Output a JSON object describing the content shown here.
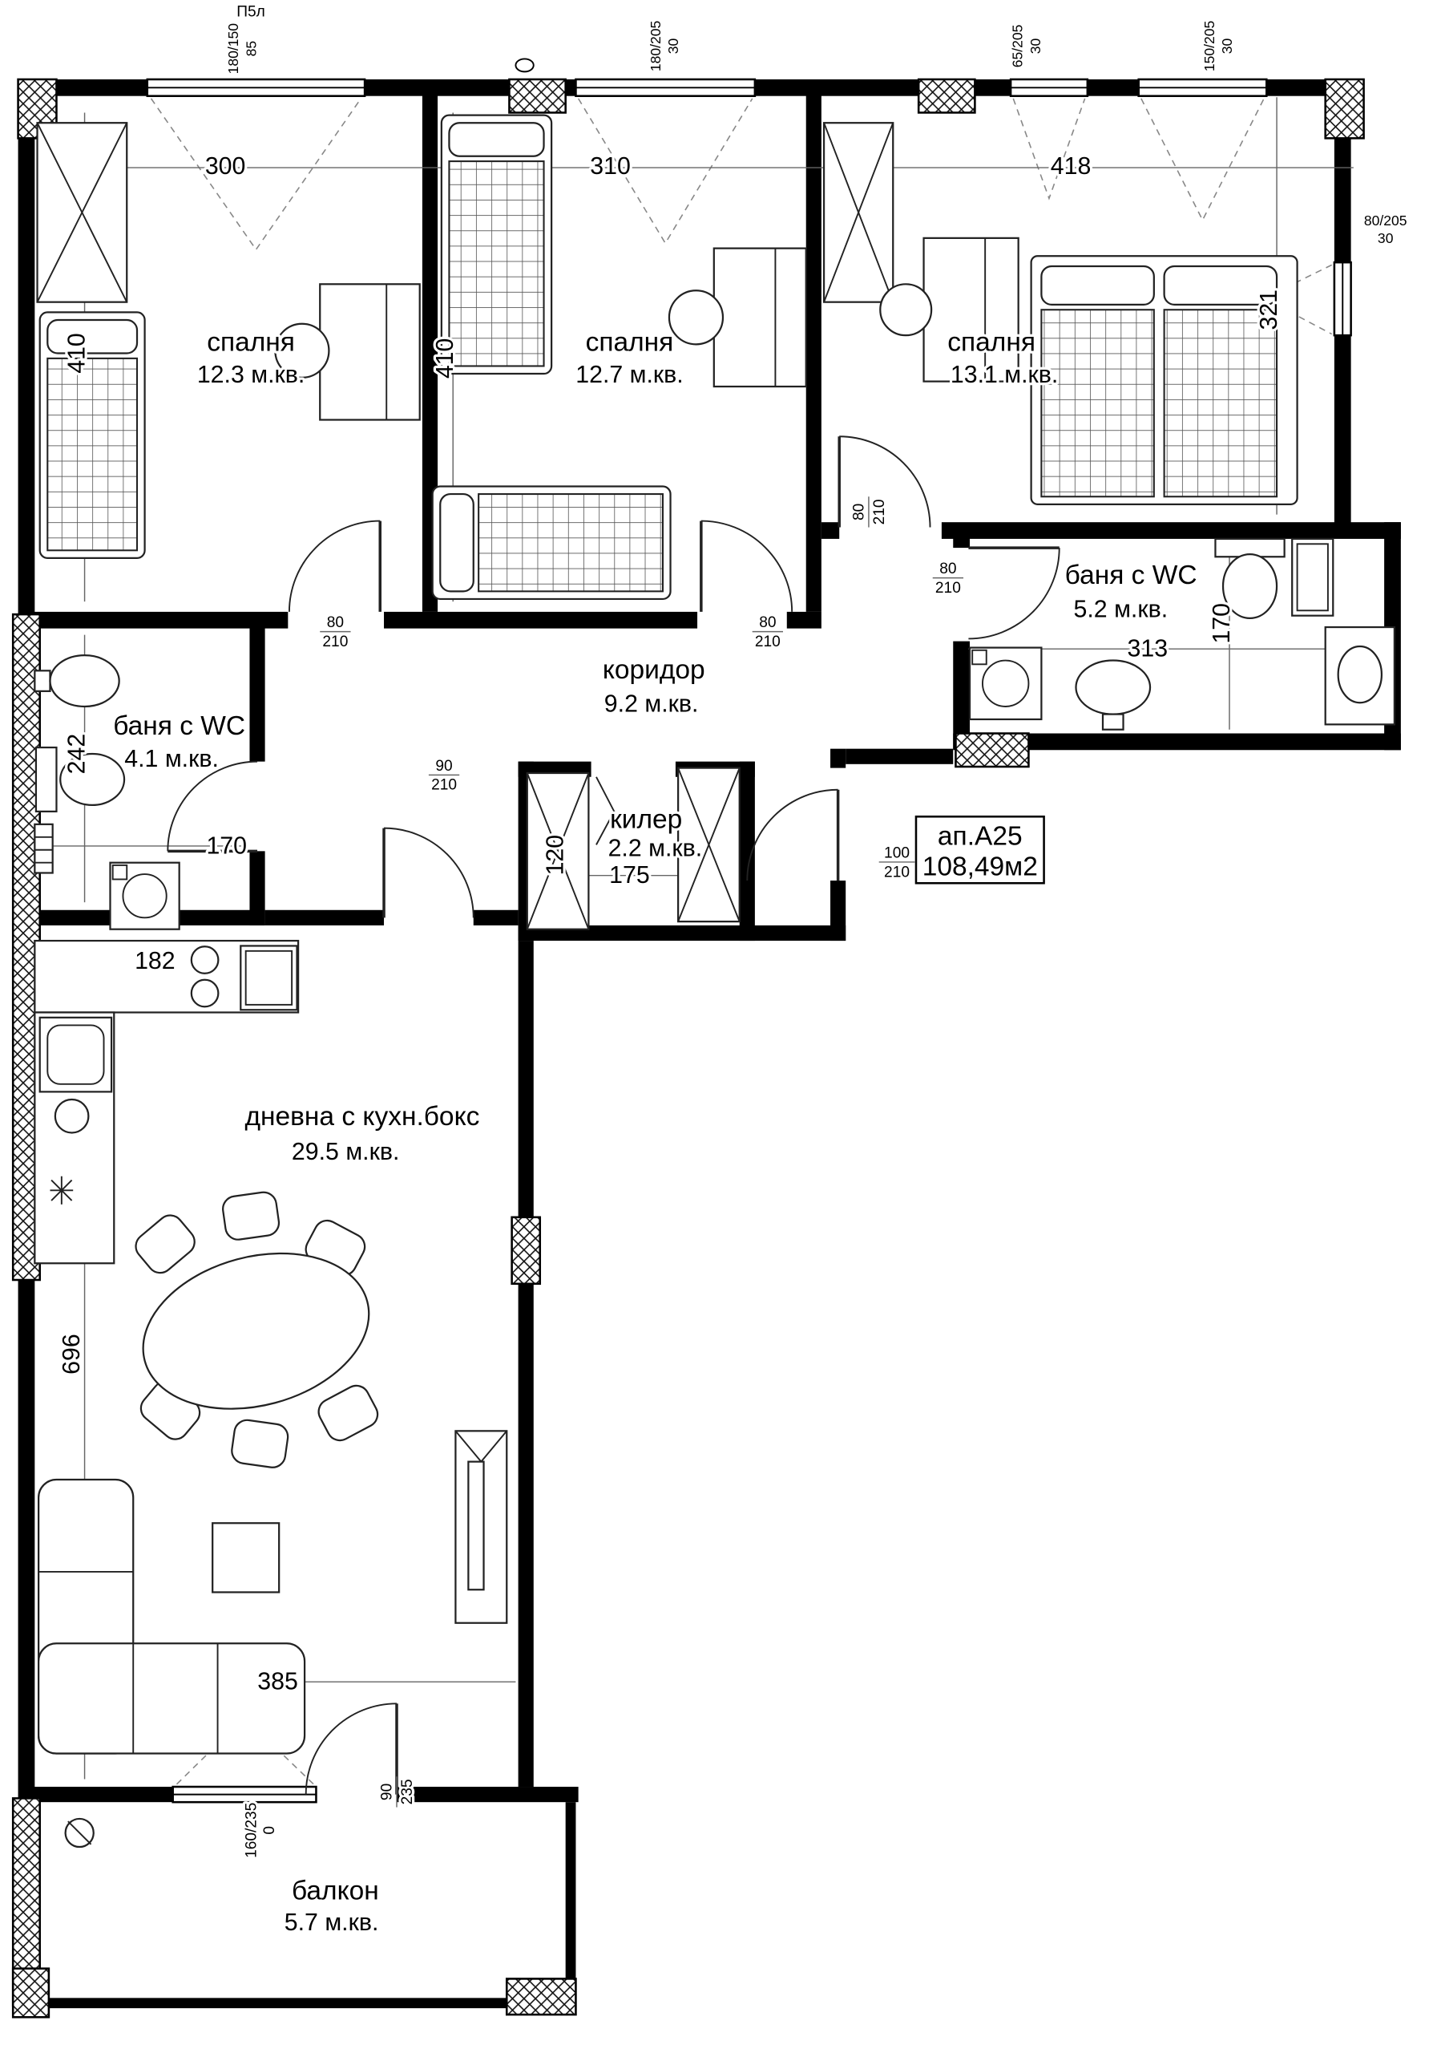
{
  "plan": {
    "marker": "П5л",
    "apartment": {
      "number": "ап.А25",
      "area": "108,49м2"
    },
    "rooms": {
      "bedroom1": {
        "name": "спалня",
        "area": "12.3 м.кв."
      },
      "bedroom2": {
        "name": "спалня",
        "area": "12.7 м.кв."
      },
      "bedroom3": {
        "name": "спалня",
        "area": "13.1 м.кв."
      },
      "bath_right": {
        "name": "баня с WC",
        "area": "5.2 м.кв."
      },
      "bath_left": {
        "name": "баня с WC",
        "area": "4.1 м.кв."
      },
      "corridor": {
        "name": "коридор",
        "area": "9.2 м.кв."
      },
      "closet": {
        "name": "килер",
        "area": "2.2 м.кв."
      },
      "living": {
        "name": "дневна с кухн.бокс",
        "area": "29.5 м.кв."
      },
      "balcony": {
        "name": "балкон",
        "area": "5.7 м.кв."
      }
    },
    "dims": {
      "d300": "300",
      "d310": "310",
      "d418": "418",
      "d410a": "410",
      "d410b": "410",
      "d321": "321",
      "d170r": "170",
      "d313": "313",
      "d242": "242",
      "d170l": "170",
      "d182": "182",
      "d120": "120",
      "d175": "175",
      "d696": "696",
      "d385": "385"
    },
    "openings": {
      "win1": {
        "size": "180/150",
        "sill": "85"
      },
      "win2": {
        "size": "180/205",
        "sill": "30"
      },
      "win3": {
        "size": "65/205",
        "sill": "30"
      },
      "win4": {
        "size": "150/205",
        "sill": "30"
      },
      "win5": {
        "size": "80/205",
        "sill": "30"
      },
      "door_bedroom1": {
        "w": "80",
        "h": "210"
      },
      "door_bedroom2": {
        "w": "80",
        "h": "210"
      },
      "door_bedroom3": {
        "w": "80",
        "h": "210"
      },
      "door_bath_right": {
        "w": "80",
        "h": "210"
      },
      "door_bath_left": {
        "w": "90",
        "h": "210"
      },
      "door_entrance": {
        "w": "100",
        "h": "210"
      },
      "door_balcony": {
        "w": "90",
        "h": "235"
      },
      "win_balcony": {
        "size": "160/235",
        "sill": "0"
      }
    }
  }
}
